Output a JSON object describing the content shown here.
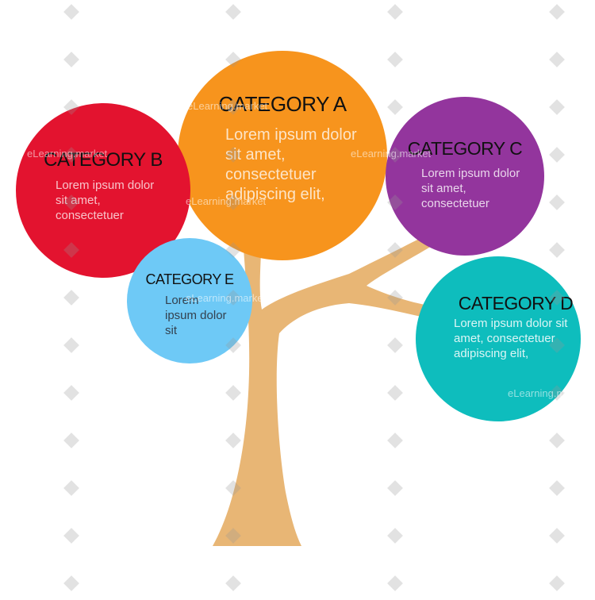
{
  "colors": {
    "category_a": "#f7941d",
    "category_b": "#e3132f",
    "category_c": "#93359d",
    "category_d": "#0ebdbd",
    "category_e": "#6ec9f6",
    "trunk": "#e8b675"
  },
  "categories": {
    "a": {
      "title": "CATEGORY A",
      "body": "Lorem ipsum dolor sit amet, consectetuer adipiscing elit,"
    },
    "b": {
      "title": "CATEGORY B",
      "body": "Lorem ipsum dolor sit amet, consectetuer"
    },
    "c": {
      "title": "CATEGORY C",
      "body": "Lorem ipsum dolor sit amet, consectetuer"
    },
    "d": {
      "title": "CATEGORY D",
      "body": "Lorem ipsum dolor sit amet, consectetuer adipiscing elit,"
    },
    "e": {
      "title": "CATEGORY E",
      "body": "Lorem ipsum dolor sit"
    }
  },
  "watermark": {
    "text": "eLearning.market"
  }
}
